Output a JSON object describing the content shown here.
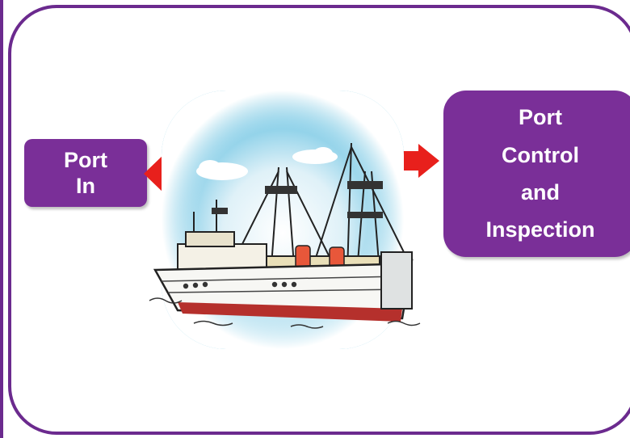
{
  "diagram": {
    "left_box": {
      "lines": [
        "Port",
        "In"
      ]
    },
    "right_box": {
      "lines": [
        "Port",
        "Control",
        "and",
        "Inspection"
      ]
    },
    "colors": {
      "frame": "#6b2a8e",
      "box_fill": "#7a2f98",
      "box_text": "#ffffff",
      "arrow": "#e8201c",
      "sky_center": "#ffffff",
      "sky_edge": "#4fb6d8"
    },
    "icons": [
      "left-arrow-icon",
      "right-arrow-icon",
      "ship-illustration"
    ]
  }
}
